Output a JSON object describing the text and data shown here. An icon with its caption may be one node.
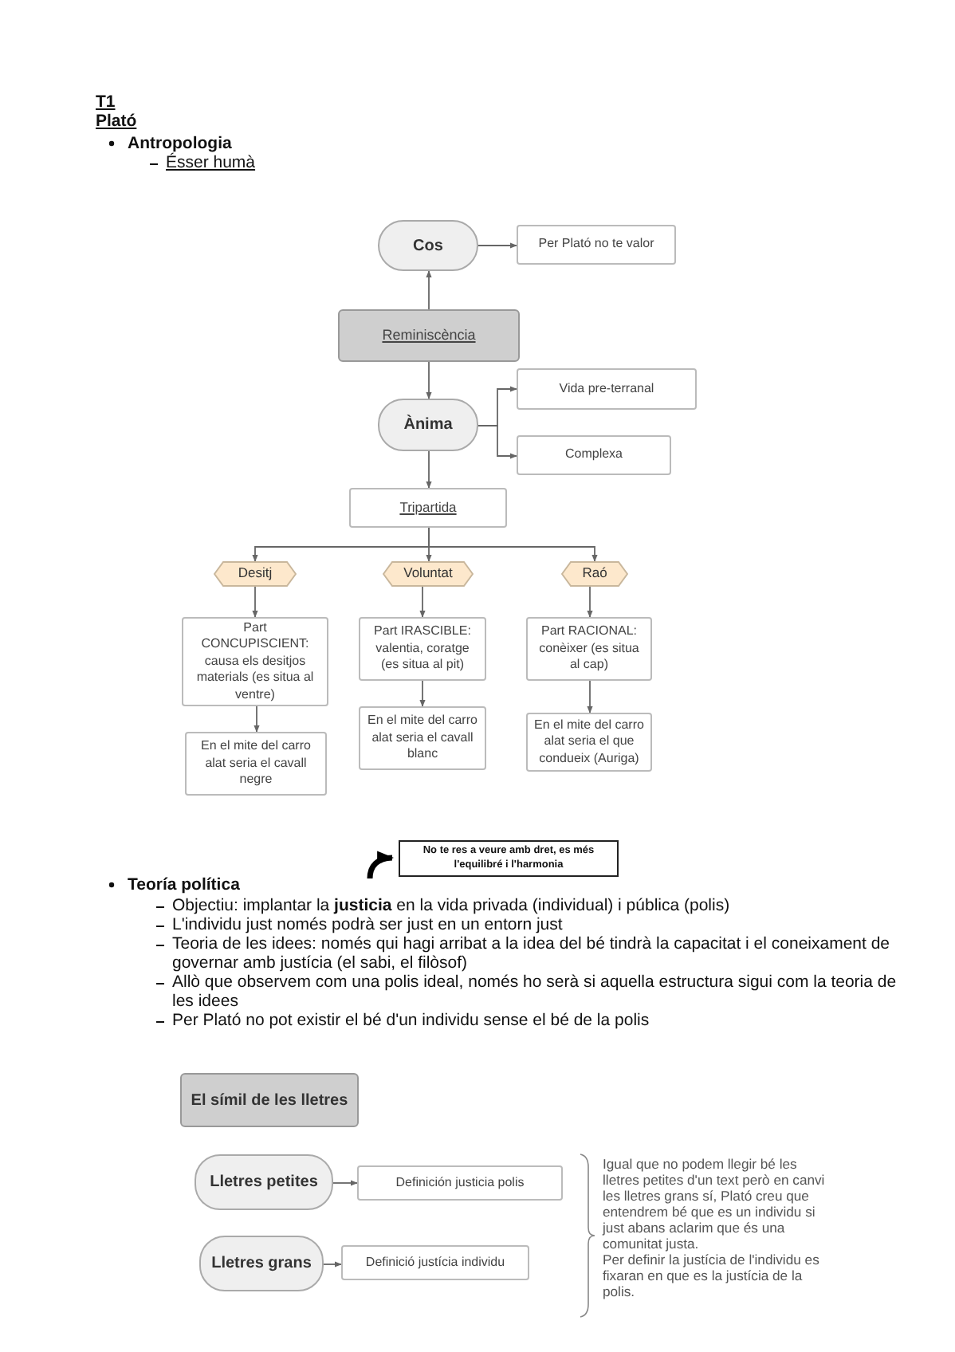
{
  "diagram": {
    "nodes": [
      {
        "text": [
          "Cos"
        ]
      },
      {
        "text": [
          "Per Plató no te valor"
        ]
      },
      {
        "text": [
          "Reminiscència"
        ]
      },
      {
        "text": [
          "Ànima"
        ]
      },
      {
        "text": [
          "Vida pre-terranal"
        ]
      },
      {
        "text": [
          "Complexa"
        ]
      },
      {
        "text": [
          "Tripartida"
        ]
      },
      {
        "text": [
          "Desitj"
        ]
      },
      {
        "text": [
          "Voluntat"
        ]
      },
      {
        "text": [
          "Raó"
        ]
      },
      {
        "text": [
          "Part CONCUPISCIENT: causa els desitjos materials (es situa al ventre)"
        ]
      },
      {
        "text": [
          "Part IRASCIBLE: valentia, coratge (es situa al pit)"
        ]
      },
      {
        "text": [
          "Part RACIONAL: conèixer (es situa al cap)"
        ]
      },
      {
        "text": [
          "En el mite del carro alat seria el cavall negre"
        ]
      },
      {
        "text": [
          "En el mite del carro alat seria el cavall blanc"
        ]
      },
      {
        "text": [
          "En el mite del carro alat seria el que condueix (Auriga)"
        ]
      },
      {
        "text": [
          "No te res a veure amb dret, es més l'equilibré i l'harmonia"
        ]
      },
      {
        "text": [
          "El símil de les lletres"
        ]
      },
      {
        "text": [
          "Lletres petites"
        ]
      },
      {
        "text": [
          "Definición justicia polis"
        ]
      },
      {
        "text": [
          "Lletres grans"
        ]
      },
      {
        "text": [
          "Definició justícia individu"
        ]
      }
    ],
    "edges": [
      {
        "from": 2,
        "to": 0,
        "arrow": "to"
      },
      {
        "from": 0,
        "to": 1,
        "arrow": "to"
      },
      {
        "from": 2,
        "to": 3,
        "arrow": "to"
      },
      {
        "from": 3,
        "to": 4,
        "arrow": "to"
      },
      {
        "from": 3,
        "to": 5,
        "arrow": "to"
      },
      {
        "from": 3,
        "to": 6,
        "arrow": "to"
      },
      {
        "from": 6,
        "to": 7,
        "arrow": "to"
      },
      {
        "from": 6,
        "to": 8,
        "arrow": "to"
      },
      {
        "from": 6,
        "to": 9,
        "arrow": "to"
      },
      {
        "from": 7,
        "to": 10,
        "arrow": "to"
      },
      {
        "from": 10,
        "to": 13,
        "arrow": "to"
      },
      {
        "from": 8,
        "to": 11,
        "arrow": "to"
      },
      {
        "from": 11,
        "to": 14,
        "arrow": "to"
      },
      {
        "from": 9,
        "to": 12,
        "arrow": "to"
      },
      {
        "from": 12,
        "to": 15,
        "arrow": "to"
      },
      {
        "from": null,
        "to": 16,
        "arrow": "to",
        "style": "thick",
        "color": "#000000"
      },
      {
        "from": 18,
        "to": 19,
        "arrow": "to"
      },
      {
        "from": 20,
        "to": 21,
        "arrow": "to"
      }
    ],
    "labels": [
      "T1",
      "Plató",
      "Antropologia",
      "Ésser humà",
      "Teoría política",
      "Objectiu: implantar la **justicia** en la vida privada (individual) i pública (polis)",
      "L'individu just només podrà ser just en un entorn just",
      "Teoria de les idees: només qui hagi arribat a la idea del bé tindrà la capacitat i el coneixament de governar amb justícia (el sabi, el filòsof)",
      "Allò que observem com una polis ideal, només ho serà si aquella estructura sigui com la teoria de les idees",
      "Per Plató no pot existir el bé d'un individu sense el bé de la polis",
      "Igual que no podem llegir bé les lletres petites d'un text però en canvi les lletres grans sí, Plató creu que entendrem bé que es un individu si just abans aclarim que és una comunitat justa.",
      "Per definir la justícia de l'individu es fixaran en que es la justícia de la polis."
    ]
  }
}
